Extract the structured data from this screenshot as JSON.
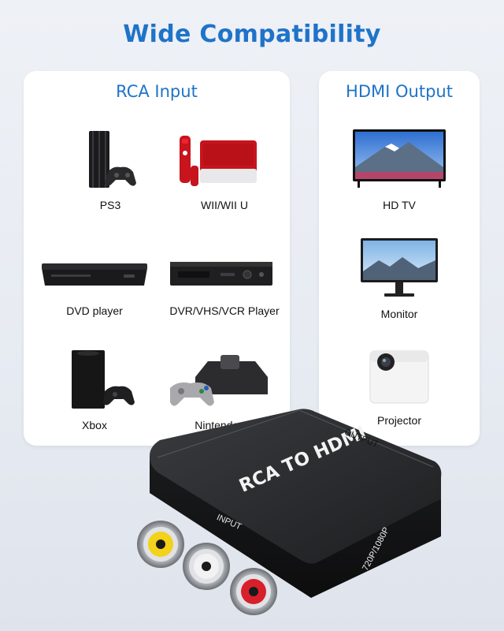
{
  "headline": "Wide Compatibility",
  "left_panel": {
    "title": "RCA Input",
    "devices": [
      {
        "label": "PS3"
      },
      {
        "label": "WII/WII U"
      },
      {
        "label": "DVD player"
      },
      {
        "label": "DVR/VHS/VCR Player"
      },
      {
        "label": "Xbox"
      },
      {
        "label": "Nintendo 64"
      }
    ]
  },
  "right_panel": {
    "title": "HDMI Output",
    "devices": [
      {
        "label": "HD TV"
      },
      {
        "label": "Monitor"
      },
      {
        "label": "Projector"
      }
    ]
  },
  "adapter": {
    "name": "RCA TO HDMI",
    "input_label": "INPUT",
    "output_label": "OUTPUT",
    "resolution_label": "720P/1080P",
    "jack_colors": [
      "#f2d21a",
      "#f2f2f2",
      "#d8202a"
    ]
  },
  "colors": {
    "accent": "#1f73c8",
    "panel": "#ffffff",
    "background": "#e9edf3"
  }
}
